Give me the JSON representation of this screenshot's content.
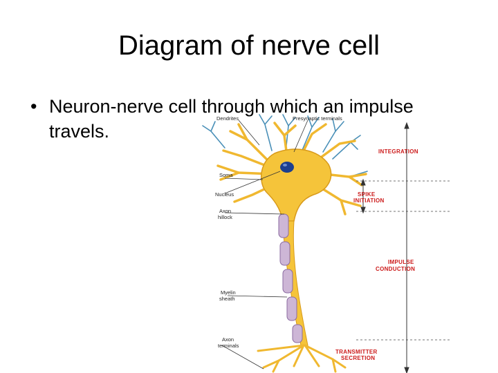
{
  "title": "Diagram of nerve cell",
  "bullet": {
    "symbol": "•",
    "text": "Neuron-nerve cell through which an impulse travels."
  },
  "diagram": {
    "labels": {
      "dendrites": "Dendrites",
      "presynaptic": "Presynaptic terminals",
      "soma": "Soma",
      "nucleus": "Nucleus",
      "axon_hillock_1": "Axon",
      "axon_hillock_2": "hillock",
      "myelin_1": "Myelin",
      "myelin_2": "sheath",
      "axon_terminals_1": "Axon",
      "axon_terminals_2": "terminals"
    },
    "stages": {
      "integration": "INTEGRATION",
      "spike_1": "SPIKE",
      "spike_2": "INITIATION",
      "impulse_1": "IMPULSE",
      "impulse_2": "CONDUCTION",
      "transmitter_1": "TRANSMITTER",
      "transmitter_2": "SECRETION"
    },
    "colors": {
      "cell": "#f5c43a",
      "cell_edge": "#d89a1a",
      "nucleus": "#1c3f8f",
      "myelin": "#cdb6d6",
      "dendrite_blue": "#4a90b8",
      "stage_text": "#cc1a1a"
    }
  }
}
